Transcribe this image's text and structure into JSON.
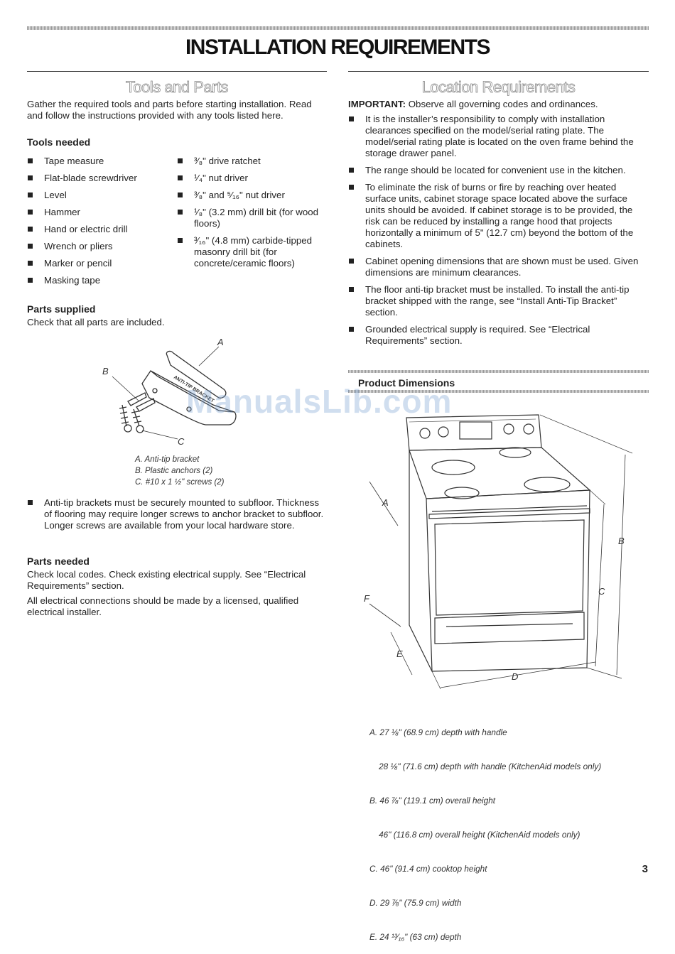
{
  "title": "INSTALLATION REQUIREMENTS",
  "left": {
    "heading": "Tools and Parts",
    "intro": "Gather the required tools and parts before starting installation. Read and follow the instructions provided with any tools listed here.",
    "tools_heading": "Tools needed",
    "tools_col1": [
      "Tape measure",
      "Flat-blade screwdriver",
      "Level",
      "Hammer",
      "Hand or electric drill",
      "Wrench or pliers",
      "Marker or pencil",
      "Masking tape"
    ],
    "tools_col2": [
      "³⁄₈\" drive ratchet",
      "¹⁄₄\" nut driver",
      "³⁄₈\" and ⁵⁄₁₆\" nut driver",
      "¹⁄₈\" (3.2 mm) drill bit (for wood floors)",
      "³⁄₁₆\" (4.8 mm) carbide-tipped masonry drill bit (for concrete/ceramic floors)"
    ],
    "parts_supplied_heading": "Parts supplied",
    "parts_supplied_text": "Check that all parts are included.",
    "figure_labels": {
      "a": "A",
      "b": "B",
      "c": "C",
      "bracket_text": "ANTI-TIP BRACKET"
    },
    "figure_captions": [
      "A. Anti-tip bracket",
      "B. Plastic anchors (2)",
      "C. #10 x 1 ½\" screws (2)"
    ],
    "bracket_note": "Anti-tip brackets must be securely mounted to subfloor. Thickness of flooring may require longer screws to anchor bracket to subfloor. Longer screws are available from your local hardware store.",
    "parts_needed_heading": "Parts needed",
    "parts_needed_text1": "Check local codes. Check existing electrical supply. See “Electrical Requirements” section.",
    "parts_needed_text2": "All electrical connections should be made by a licensed, qualified electrical installer."
  },
  "right": {
    "heading": "Location Requirements",
    "important_label": "IMPORTANT:",
    "important_text": " Observe all governing codes and ordinances.",
    "items": [
      "It is the installer’s responsibility to comply with installation clearances specified on the model/serial rating plate. The model/serial rating plate is located on the oven frame behind the storage drawer panel.",
      "The range should be located for convenient use in the kitchen.",
      "To eliminate the risk of burns or fire by reaching over heated surface units, cabinet storage space located above the surface units should be avoided. If cabinet storage is to be provided, the risk can be reduced by installing a range hood that projects horizontally a minimum of 5\" (12.7 cm) beyond the bottom of the cabinets.",
      "Cabinet opening dimensions that are shown must be used. Given dimensions are minimum clearances.",
      "The floor anti-tip bracket must be installed. To install the anti-tip bracket shipped with the range, see “Install Anti-Tip Bracket” section.",
      "Grounded electrical supply is required. See “Electrical Requirements” section."
    ],
    "dimensions_heading": "Product Dimensions",
    "diagram_labels": {
      "a": "A",
      "b": "B",
      "c": "C",
      "d": "D",
      "e": "E",
      "f": "F"
    },
    "dimension_notes": [
      "A. 27 ⅛\" (68.9 cm) depth with handle",
      "    28 ⅛\" (71.6 cm) depth with handle (KitchenAid models only)",
      "B. 46 ⅞\" (119.1 cm) overall height",
      "    46\" (116.8 cm) overall height (KitchenAid models only)",
      "C. 46\" (91.4 cm) cooktop height",
      "D. 29 ⅞\" (75.9 cm) width",
      "E. 24 ¹³⁄₁₆\" (63 cm) depth"
    ]
  },
  "watermark": "ManualsLib.com",
  "page_number": "3"
}
